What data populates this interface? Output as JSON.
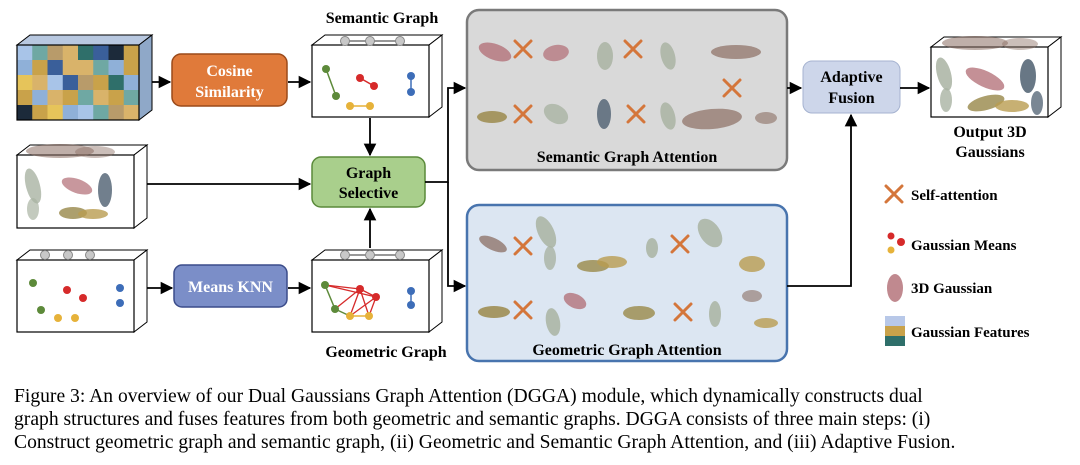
{
  "labels": {
    "semantic_graph": "Semantic Graph",
    "geometric_graph": "Geometric Graph",
    "output_line1": "Output 3D",
    "output_line2": "Gaussians"
  },
  "nodes": {
    "cosine_line1": "Cosine",
    "cosine_line2": "Similarity",
    "means_knn": "Means KNN",
    "graph_line1": "Graph",
    "graph_line2": "Selective",
    "adaptive_line1": "Adaptive",
    "adaptive_line2": "Fusion"
  },
  "panels": {
    "semantic": "Semantic Graph Attention",
    "geometric": "Geometric Graph Attention"
  },
  "legend": {
    "self_attention": "Self-attention",
    "gaussian_means": "Gaussian Means",
    "gaussian_3d": "3D Gaussian",
    "gaussian_features": "Gaussian Features"
  },
  "caption": {
    "line1": "Figure 3: An overview of our Dual Gaussians Graph Attention (DGGA) module, which dynamically constructs dual",
    "line2": "graph structures and fuses features from both geometric and semantic graphs. DGGA consists of three main steps: (i)",
    "line3": "Construct geometric graph and semantic graph, (ii) Geometric and Semantic Graph Attention, and (iii) Adaptive Fusion."
  },
  "colors": {
    "cosine": "#e07a3a",
    "means_knn": "#7b8ec8",
    "graph_selective": "#a9cf8c",
    "adaptive": "#cdd6ea",
    "semantic_panel": "#d9d9d9",
    "geometric_panel": "#dce6f2",
    "cross": "#d4763b"
  }
}
